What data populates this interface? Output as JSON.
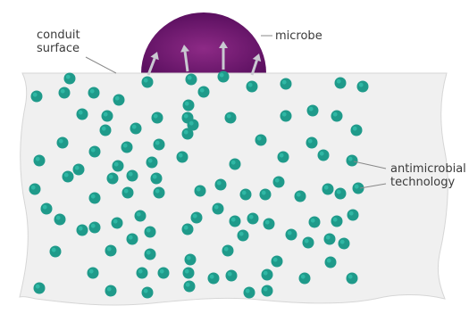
{
  "labels": {
    "conduit_line1": "conduit",
    "conduit_line2": "surface",
    "microbe": "microbe",
    "antimicrobial_line1": "antimicrobial",
    "antimicrobial_line2": "technology"
  },
  "colors": {
    "background": "#ffffff",
    "slab_fill": "#f0f0f0",
    "slab_edge": "#d6d6d6",
    "particle": "#1f9a8a",
    "particle_highlight": "#2fb8a5",
    "microbe_dark": "#5a0f5f",
    "microbe_light": "#8d2a86",
    "arrow": "#c9c9d1",
    "leader_line": "#888888"
  },
  "icons": {
    "particle": "teal-circle",
    "microbe": "purple-dome",
    "arrow": "up-arrow"
  }
}
